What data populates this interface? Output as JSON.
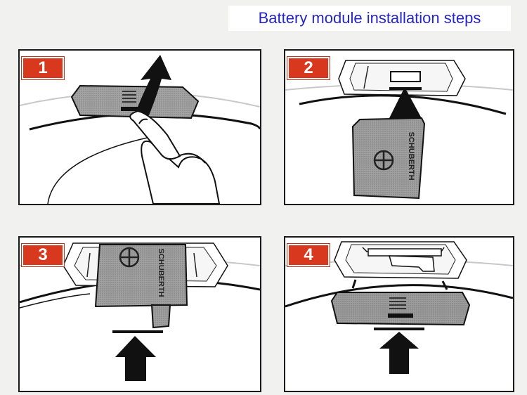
{
  "title": "Battery module installation steps",
  "steps": [
    {
      "number": "1"
    },
    {
      "number": "2"
    },
    {
      "number": "3"
    },
    {
      "number": "4"
    }
  ],
  "brand": "SCHUBERTH",
  "colors": {
    "title_text": "#2525c8",
    "badge": "#d8381d",
    "module_fill": "#9b9b9b",
    "ink": "#111111"
  }
}
